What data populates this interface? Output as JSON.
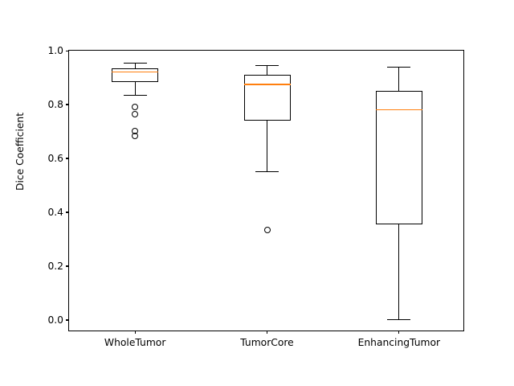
{
  "chart_data": {
    "type": "box",
    "title": "",
    "xlabel": "",
    "ylabel": "Dice Coefficient",
    "categories": [
      "WholeTumor",
      "TumorCore",
      "EnhancingTumor"
    ],
    "ylim": [
      -0.045,
      1.0
    ],
    "yticks": [
      0.0,
      0.2,
      0.4,
      0.6,
      0.8,
      1.0
    ],
    "ytick_labels": [
      "0.0",
      "0.2",
      "0.4",
      "0.6",
      "0.8",
      "1.0"
    ],
    "xticks": [
      1,
      2,
      3
    ],
    "grid": false,
    "legend": null,
    "box_color": "#000000",
    "median_color": "#ff7f0e",
    "whisker_color": "#000000",
    "flier_marker": "circle-open",
    "boxes": [
      {
        "name": "WholeTumor",
        "whisker_low": 0.835,
        "q1": 0.885,
        "median": 0.92,
        "q3": 0.935,
        "whisker_high": 0.955,
        "fliers": [
          0.79,
          0.765,
          0.7,
          0.685
        ]
      },
      {
        "name": "TumorCore",
        "whisker_low": 0.55,
        "q1": 0.74,
        "median": 0.875,
        "q3": 0.91,
        "whisker_high": 0.945,
        "fliers": [
          0.335
        ]
      },
      {
        "name": "EnhancingTumor",
        "whisker_low": 0.0,
        "q1": 0.355,
        "median": 0.78,
        "q3": 0.85,
        "whisker_high": 0.94,
        "fliers": []
      }
    ]
  }
}
